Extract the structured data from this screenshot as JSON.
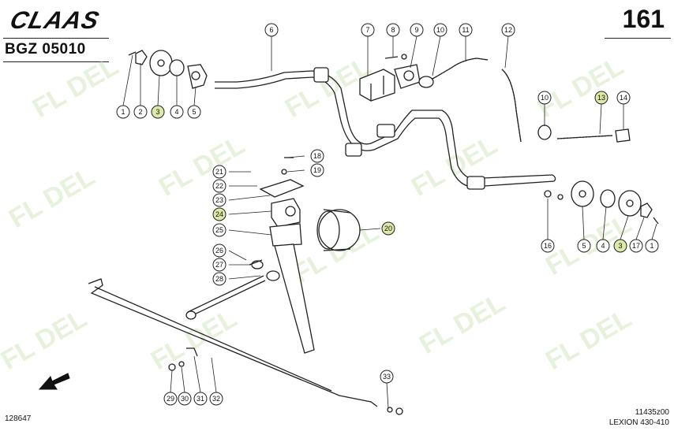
{
  "header": {
    "brand_logo": "CLAAS",
    "diagram_code": "BGZ 05010",
    "page_number": "161"
  },
  "footer": {
    "left_number": "128647",
    "drawing_ref": "11435z00",
    "model": "LEXION 430-410"
  },
  "watermark": {
    "text": "FL  DEL",
    "color": "#c8e3b0"
  },
  "colors": {
    "line": "#222222",
    "callout_highlight": "#dce9a8"
  },
  "callouts": {
    "c1a": "1",
    "c2a": "2",
    "c3a": "3",
    "c4a": "4",
    "c5a": "5",
    "c6": "6",
    "c7": "7",
    "c8": "8",
    "c9": "9",
    "c10a": "10",
    "c11": "11",
    "c12": "12",
    "c10b": "10",
    "c13": "13",
    "c14": "14",
    "c18": "18",
    "c19": "19",
    "c21": "21",
    "c22": "22",
    "c23": "23",
    "c24": "24",
    "c25": "25",
    "c20": "20",
    "c26": "26",
    "c27": "27",
    "c28": "28",
    "c16": "16",
    "c5b": "5",
    "c4b": "4",
    "c3b": "3",
    "c17": "17",
    "c1b": "1",
    "c29": "29",
    "c30": "30",
    "c31": "31",
    "c32": "32",
    "c33": "33"
  },
  "icons": {
    "direction_arrow": "arrow-down-left-icon"
  }
}
